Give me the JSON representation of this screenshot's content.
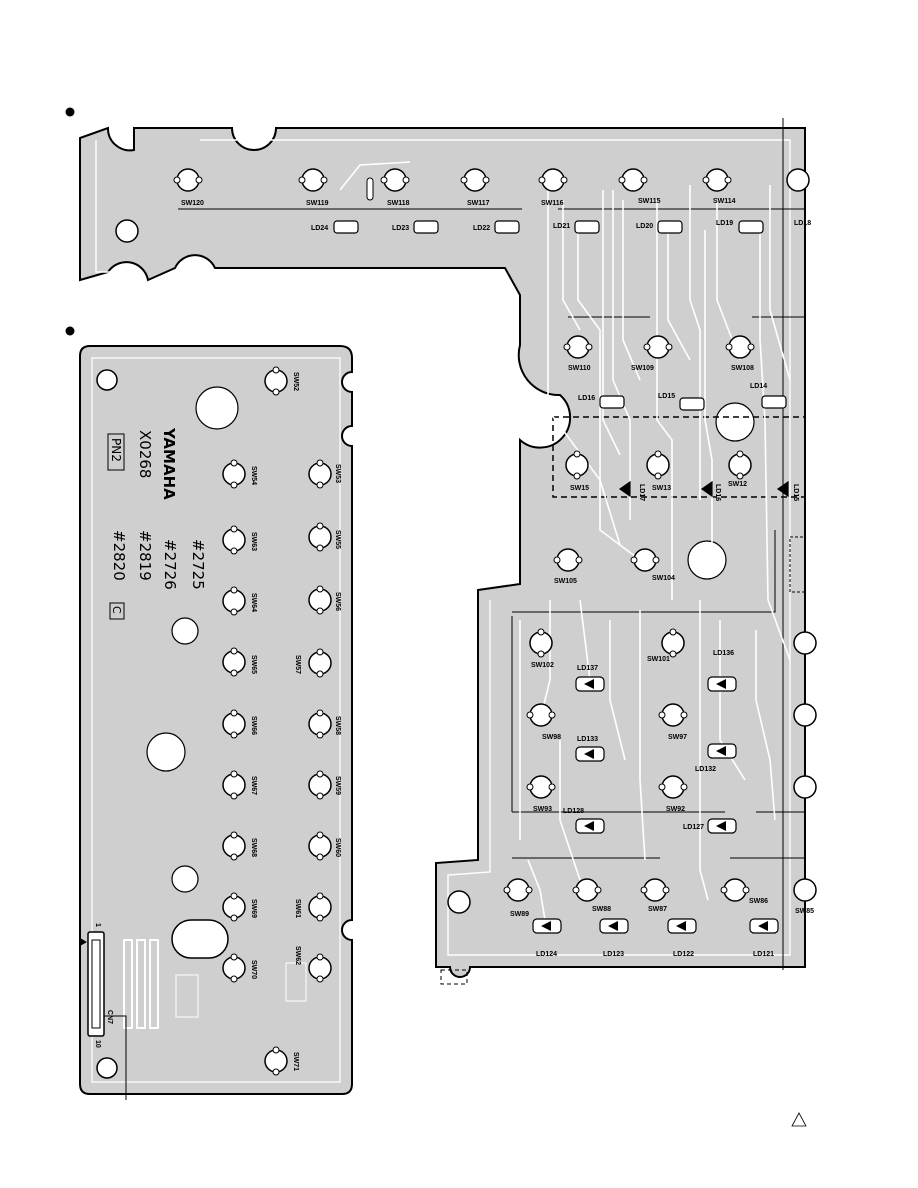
{
  "board_top": {
    "switches": [
      "SW120",
      "SW119",
      "SW118",
      "SW117",
      "SW116",
      "SW115",
      "SW114"
    ],
    "leds": [
      "LD24",
      "LD23",
      "LD22",
      "LD21",
      "LD20",
      "LD19",
      "LD18"
    ]
  },
  "board_right": {
    "switches": [
      "SW110",
      "SW109",
      "SW108",
      "SW15",
      "SW13",
      "SW12",
      "SW105",
      "SW104",
      "SW102",
      "SW101",
      "SW98",
      "SW97",
      "SW93",
      "SW92",
      "SW89",
      "SW88",
      "SW87",
      "SW86",
      "SW85"
    ],
    "leds": [
      "LD16",
      "LD15",
      "LD14",
      "LD17",
      "LD16",
      "LD15",
      "LD137",
      "LD136",
      "LD133",
      "LD132",
      "LD128",
      "LD127",
      "LD124",
      "LD123",
      "LD122",
      "LD121"
    ]
  },
  "board_left": {
    "brand": "YAMAHA",
    "part_no": "X0268",
    "pn": "PN2",
    "revision": "C",
    "codes": [
      "#2725",
      "#2726",
      "#2819",
      "#2820"
    ],
    "switches_right_col": [
      "SW52",
      "SW53",
      "SW55",
      "SW56",
      "SW57",
      "SW58",
      "SW59",
      "SW60",
      "SW61",
      "SW62",
      "SW71"
    ],
    "switches_left_col": [
      "SW54",
      "SW63",
      "SW64",
      "SW65",
      "SW66",
      "SW67",
      "SW68",
      "SW69",
      "SW70"
    ],
    "connector": "CN7",
    "pin_first": "1",
    "pin_last": "10"
  }
}
